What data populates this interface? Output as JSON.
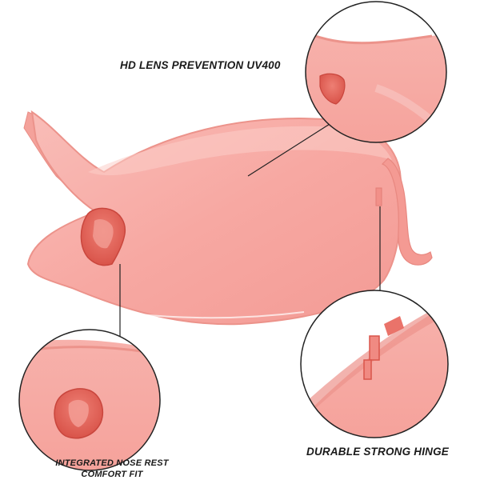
{
  "product": {
    "lens_color": "#f7a9a3",
    "frame_color": "#f28f86",
    "nose_pad_color": "#e8645a"
  },
  "callouts": {
    "lens": "HD LENS PREVENTION UV400",
    "hinge": "DURABLE STRONG HINGE",
    "nose_line1": "INTEGRATED NOSE REST",
    "nose_line2": "COMFORT FIT"
  }
}
